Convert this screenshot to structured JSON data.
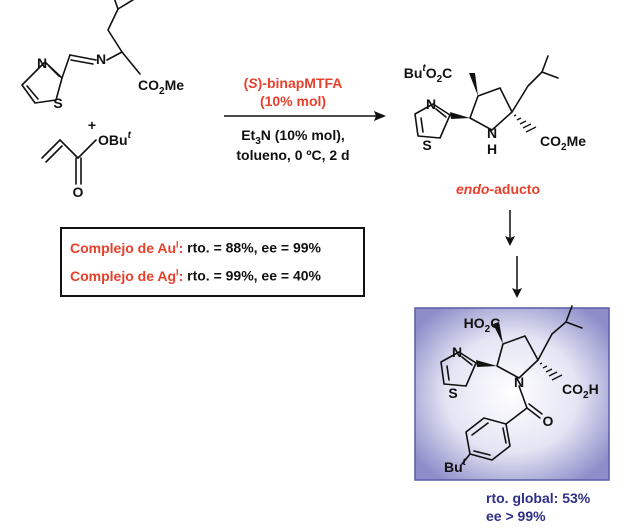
{
  "reactants": {
    "imine": {
      "n1": "N",
      "n2": "N",
      "s": "S",
      "ester": "CO",
      "ester_sub": "2",
      "ester_tail": "Me"
    },
    "plus": "+",
    "acrylate": {
      "o_ester": "OBu",
      "t": "t",
      "o_carbonyl": "O"
    }
  },
  "conditions": {
    "catalyst_open": "(",
    "catalyst_s": "S",
    "catalyst_rest": ")-binapMTFA",
    "catalyst_loading": "(10% mol)",
    "base_a": "Et",
    "base_sub": "3",
    "base_b": "N (10% mol),",
    "solvent": "tolueno, 0 ºC, 2 d"
  },
  "endo_adduct": {
    "bu": "Bu",
    "t": "t",
    "o2c": "O",
    "o2c_sub": "2",
    "o2c_c": "C",
    "n_thz": "N",
    "s_thz": "S",
    "nh": "N",
    "h": "H",
    "ester": "CO",
    "ester_sub": "2",
    "ester_tail": "Me",
    "name_italic": "endo",
    "name_rest": "-aducto"
  },
  "final_product": {
    "acid1": "HO",
    "acid1_sub": "2",
    "acid1_c": "C",
    "n_thz": "N",
    "s_thz": "S",
    "n_ring": "N",
    "acid2": "CO",
    "acid2_sub": "2",
    "acid2_h": "H",
    "o_amide": "O",
    "bu": "Bu",
    "t": "t"
  },
  "summary": {
    "yield": "rto. global: 53%",
    "ee": "ee > 99%"
  },
  "complexes": [
    {
      "label": "Complejo de Au",
      "sup": "I",
      "colon": ":",
      "result": "rto. = 88%, ee = 99%"
    },
    {
      "label": "Complejo de Ag",
      "sup": "I",
      "colon": ":",
      "result": "rto. = 99%, ee = 40%"
    }
  ],
  "colors": {
    "highlight": "#e8402b",
    "product_text": "#2e2f88",
    "panel_fill": "#b5b6de",
    "panel_edge": "#5b5ca6"
  }
}
